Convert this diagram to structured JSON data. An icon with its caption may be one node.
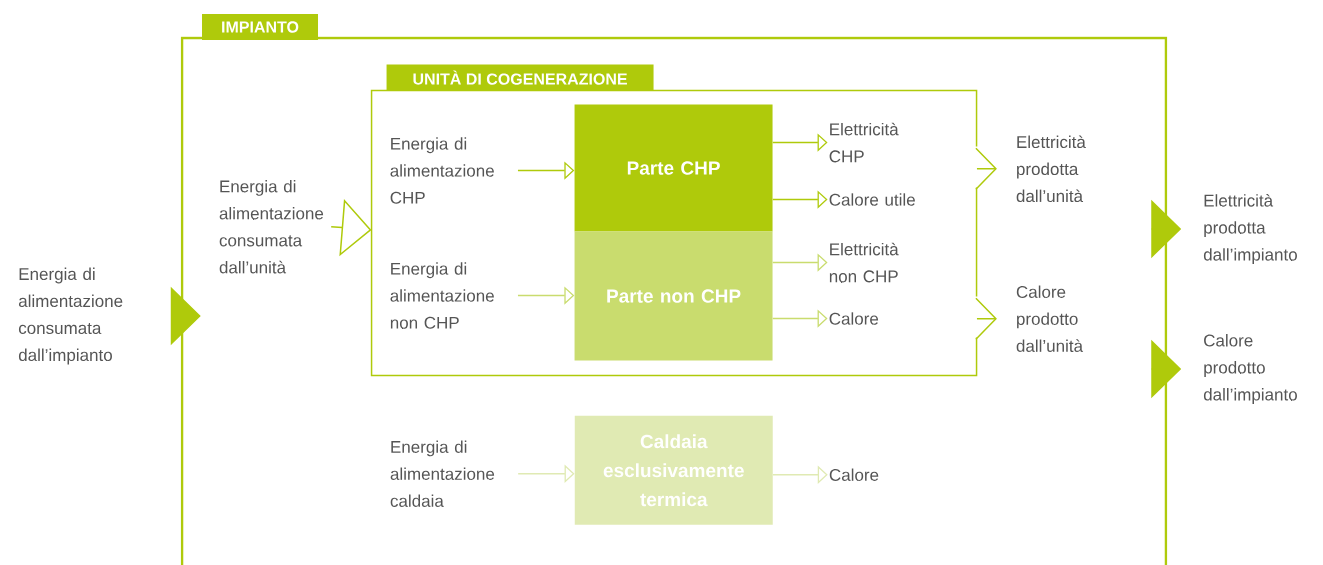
{
  "diagram": {
    "nodes": [
      {
        "text": [
          "IMPIANTO"
        ]
      },
      {
        "text": [
          "UNITÀ DI COGENERAZIONE"
        ],
        "in": 0
      },
      {
        "text": [
          "Parte CHP"
        ],
        "in": 1
      },
      {
        "text": [
          "Parte non CHP"
        ],
        "in": 1
      },
      {
        "text": [
          "Caldaia esclusivamente termica"
        ],
        "in": 0
      },
      {
        "text": [
          "Energia di alimentazione consumata dall’impianto"
        ]
      },
      {
        "text": [
          "Energia di alimentazione consumata dall’unità"
        ],
        "in": 0
      },
      {
        "text": [
          "Energia di alimentazione CHP"
        ],
        "in": 1
      },
      {
        "text": [
          "Energia di alimentazione non CHP"
        ],
        "in": 1
      },
      {
        "text": [
          "Energia di alimentazione caldaia"
        ],
        "in": 0
      },
      {
        "text": [
          "Elettricità CHP"
        ],
        "in": 1
      },
      {
        "text": [
          "Calore utile"
        ],
        "in": 1
      },
      {
        "text": [
          "Elettricità non CHP"
        ],
        "in": 1
      },
      {
        "text": [
          "Calore"
        ],
        "in": 1
      },
      {
        "text": [
          "Calore"
        ],
        "in": 0
      },
      {
        "text": [
          "Elettricità prodotta dall’unità"
        ],
        "in": 0
      },
      {
        "text": [
          "Calore prodotto dall’unità"
        ],
        "in": 0
      },
      {
        "text": [
          "Elettricità prodotta dall’impianto"
        ]
      },
      {
        "text": [
          "Calore prodotto dall’impianto"
        ]
      }
    ],
    "edges": [
      {
        "from": 5,
        "to": 0,
        "arrow": "to"
      },
      {
        "from": 6,
        "to": 1,
        "arrow": "to"
      },
      {
        "from": 7,
        "to": 2,
        "arrow": "to"
      },
      {
        "from": 8,
        "to": 3,
        "arrow": "to",
        "color": "#c9dc6e"
      },
      {
        "from": 9,
        "to": 4,
        "arrow": "to",
        "color": "#e0eab3"
      },
      {
        "from": 2,
        "to": 10,
        "arrow": "to"
      },
      {
        "from": 2,
        "to": 11,
        "arrow": "to"
      },
      {
        "from": 3,
        "to": 12,
        "arrow": "to",
        "color": "#c9dc6e"
      },
      {
        "from": 3,
        "to": 13,
        "arrow": "to",
        "color": "#c9dc6e"
      },
      {
        "from": 4,
        "to": 14,
        "arrow": "to",
        "color": "#e0eab3"
      },
      {
        "from": 1,
        "to": 15,
        "arrow": "to"
      },
      {
        "from": 1,
        "to": 16,
        "arrow": "to"
      },
      {
        "from": 0,
        "to": 17,
        "arrow": "to"
      },
      {
        "from": 0,
        "to": 18,
        "arrow": "to"
      }
    ]
  }
}
